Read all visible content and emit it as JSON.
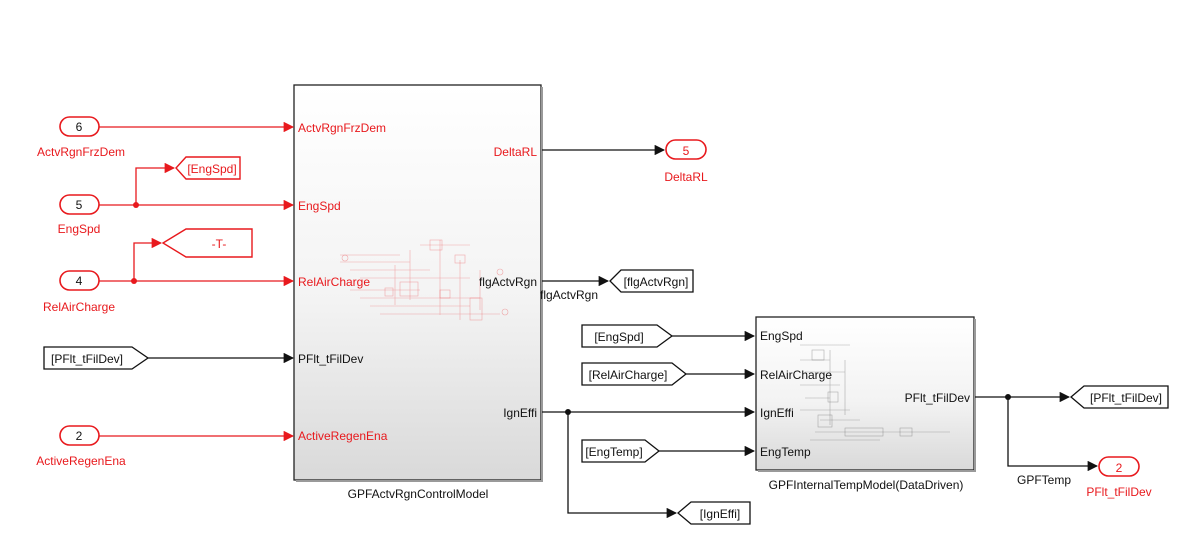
{
  "inports": [
    {
      "number": "6",
      "label": "ActvRgnFrzDem"
    },
    {
      "number": "5",
      "label": "EngSpd"
    },
    {
      "number": "4",
      "label": "RelAirCharge"
    },
    {
      "number": "2",
      "label": "ActiveRegenEna"
    }
  ],
  "outports": [
    {
      "number": "5",
      "label": "DeltaRL"
    },
    {
      "number": "2",
      "label": "PFlt_tFilDev"
    }
  ],
  "goto_tags": {
    "engspd_goto": "[EngSpd]",
    "t_goto": "-T-",
    "flgactvrgn_goto": "[flgActvRgn]",
    "ignef_goto": "[IgnEffi]",
    "pflt_goto": "[PFlt_tFilDev]"
  },
  "from_tags": {
    "pflt_from": "[PFlt_tFilDev]",
    "engspd_from": "[EngSpd]",
    "relair_from": "[RelAirCharge]",
    "engtemp_from": "[EngTemp]"
  },
  "control_model": {
    "name": "GPFActvRgnControlModel",
    "inputs": [
      "ActvRgnFrzDem",
      "EngSpd",
      "RelAirCharge",
      "PFlt_tFilDev",
      "ActiveRegenEna"
    ],
    "outputs": [
      "DeltaRL",
      "flgActvRgn",
      "IgnEffi"
    ]
  },
  "temp_model": {
    "name": "GPFInternalTempModel(DataDriven)",
    "inputs": [
      "EngSpd",
      "RelAirCharge",
      "IgnEffi",
      "EngTemp"
    ],
    "outputs": [
      "PFlt_tFilDev"
    ]
  },
  "signal_labels": {
    "flgactvrgn": "flgActvRgn",
    "gpftemp": "GPFTemp"
  },
  "colors": {
    "required_signal": "#e8191d",
    "signal": "#111111"
  }
}
